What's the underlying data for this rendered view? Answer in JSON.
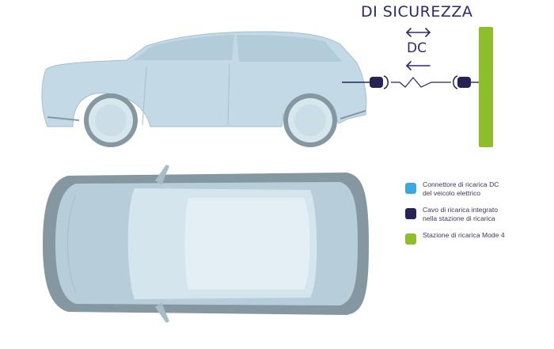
{
  "title": "DI SICUREZZA",
  "distance_label": "DC",
  "legend": [
    {
      "label": "Connettore di ricarica DC\ndel veicolo elettrico",
      "color": "#3aa8de",
      "icon": "dc-connector"
    },
    {
      "label": "Cavo di ricarica integrato\nnella stazione di ricarica",
      "color": "#262456",
      "icon": "integrated-cable"
    },
    {
      "label": "Stazione di ricarica Mode 4",
      "color": "#8dbf2b",
      "icon": "charging-station"
    }
  ],
  "colors": {
    "title": "#2a2870",
    "car_body": "#c3dae6",
    "car_dark": "#8597a0",
    "cable": "#262456",
    "station": "#8dbf2b"
  }
}
